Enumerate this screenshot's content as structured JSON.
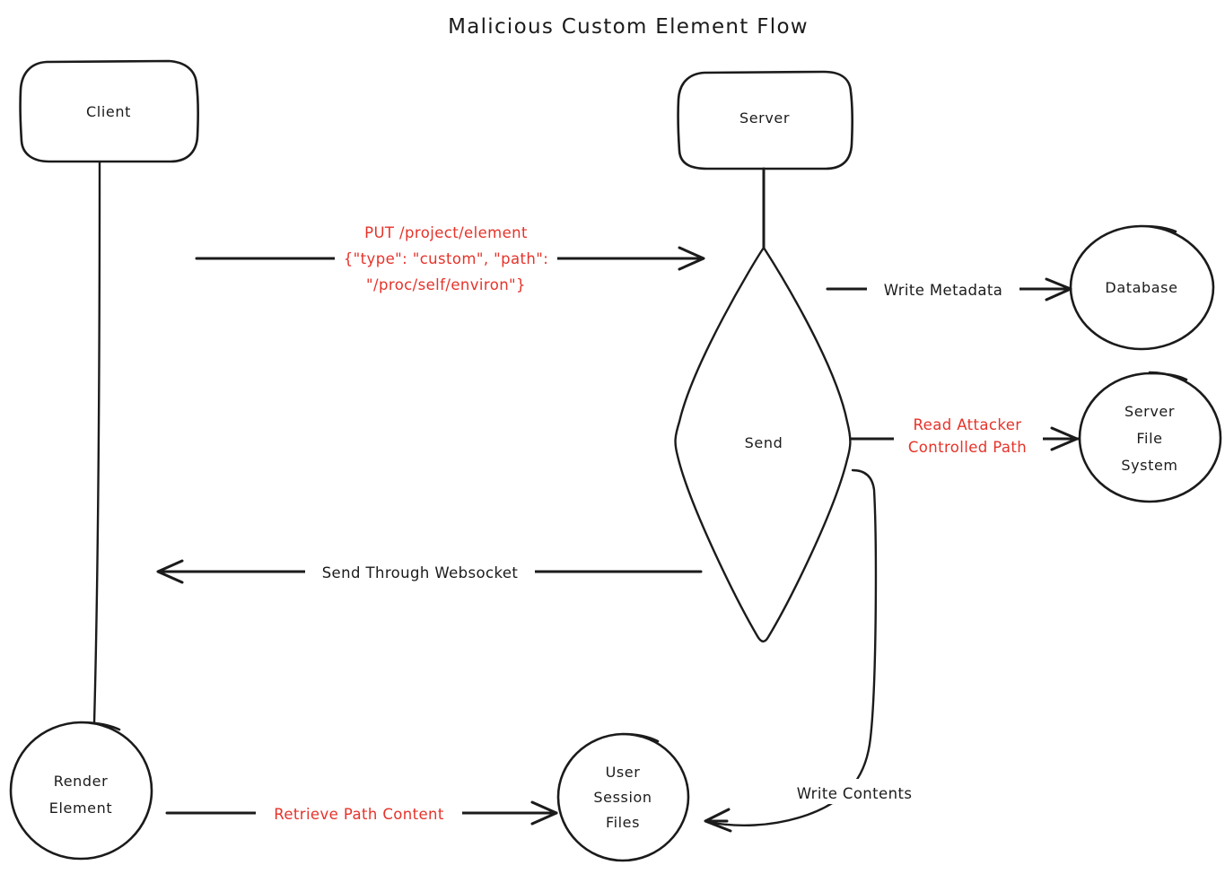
{
  "diagram": {
    "title": "Malicious Custom Element Flow",
    "background_color": "#ffffff",
    "ink_color": "#1b1b1b",
    "accent_color": "#e5332a",
    "style": "hand-drawn",
    "nodes": [
      {
        "id": "client",
        "label": "Client",
        "shape": "rounded-rect"
      },
      {
        "id": "server",
        "label": "Server",
        "shape": "rounded-rect"
      },
      {
        "id": "send",
        "label": "Send",
        "shape": "diamond"
      },
      {
        "id": "database",
        "label": "Database",
        "shape": "circle"
      },
      {
        "id": "server_fs",
        "label_line1": "Server",
        "label_line2": "File",
        "label_line3": "System",
        "shape": "circle"
      },
      {
        "id": "render",
        "label_line1": "Render",
        "label_line2": "Element",
        "shape": "circle"
      },
      {
        "id": "session_files",
        "label_line1": "User",
        "label_line2": "Session",
        "label_line3": "Files",
        "shape": "circle"
      }
    ],
    "edges": [
      {
        "id": "put-element",
        "from": "client",
        "to": "send",
        "color": "#e5332a",
        "label_line1": "PUT /project/element",
        "label_line2": "{\"type\": \"custom\", \"path\":",
        "label_line3": "\"/proc/self/environ\"}"
      },
      {
        "id": "write-metadata",
        "from": "send",
        "to": "database",
        "color": "#1b1b1b",
        "label": "Write Metadata"
      },
      {
        "id": "read-attacker-path",
        "from": "send",
        "to": "server_fs",
        "color": "#e5332a",
        "label_line1": "Read Attacker",
        "label_line2": "Controlled Path"
      },
      {
        "id": "send-through-websocket",
        "from": "send",
        "to": "client",
        "color": "#1b1b1b",
        "label": "Send Through Websocket"
      },
      {
        "id": "write-contents",
        "from": "send",
        "to": "session_files",
        "color": "#1b1b1b",
        "label": "Write Contents"
      },
      {
        "id": "retrieve-path-content",
        "from": "render",
        "to": "session_files",
        "color": "#e5332a",
        "label": "Retrieve Path Content"
      }
    ]
  }
}
